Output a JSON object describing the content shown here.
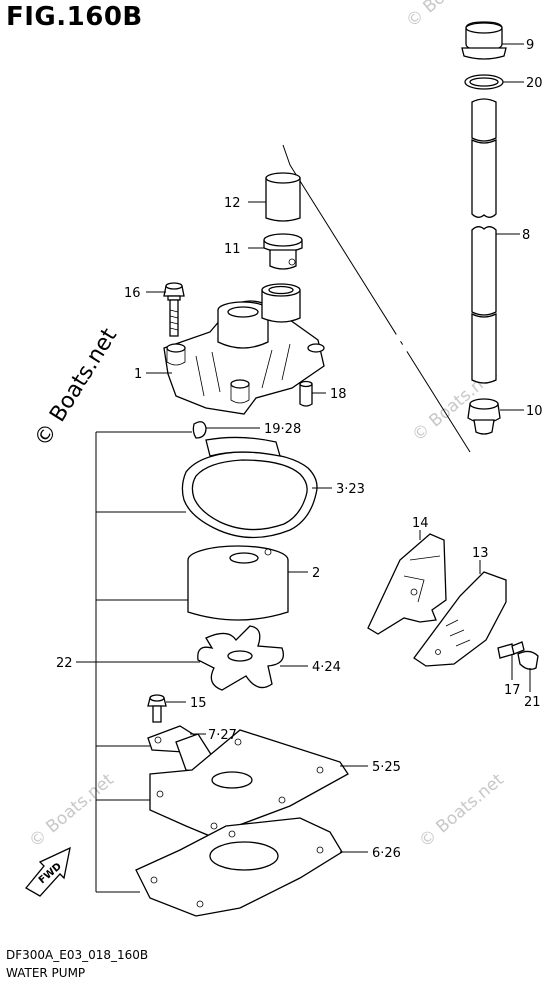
{
  "figure": {
    "title": "FIG.160B",
    "model_code": "DF300A_E03_018_160B",
    "section_name": "WATER PUMP",
    "watermark": "© Boats.net",
    "fwd_label": "FWD"
  },
  "callouts": [
    {
      "id": "c-9",
      "label": "9"
    },
    {
      "id": "c-20",
      "label": "20"
    },
    {
      "id": "c-8",
      "label": "8"
    },
    {
      "id": "c-10",
      "label": "10"
    },
    {
      "id": "c-12",
      "label": "12"
    },
    {
      "id": "c-11",
      "label": "11"
    },
    {
      "id": "c-16",
      "label": "16"
    },
    {
      "id": "c-1",
      "label": "1"
    },
    {
      "id": "c-18",
      "label": "18"
    },
    {
      "id": "c-19-28",
      "label": "19·28"
    },
    {
      "id": "c-3-23",
      "label": "3·23"
    },
    {
      "id": "c-2",
      "label": "2"
    },
    {
      "id": "c-14",
      "label": "14"
    },
    {
      "id": "c-13",
      "label": "13"
    },
    {
      "id": "c-22",
      "label": "22"
    },
    {
      "id": "c-4-24",
      "label": "4·24"
    },
    {
      "id": "c-15",
      "label": "15"
    },
    {
      "id": "c-7-27",
      "label": "7·27"
    },
    {
      "id": "c-17",
      "label": "17"
    },
    {
      "id": "c-21",
      "label": "21"
    },
    {
      "id": "c-5-25",
      "label": "5·25"
    },
    {
      "id": "c-6-26",
      "label": "6·26"
    }
  ]
}
